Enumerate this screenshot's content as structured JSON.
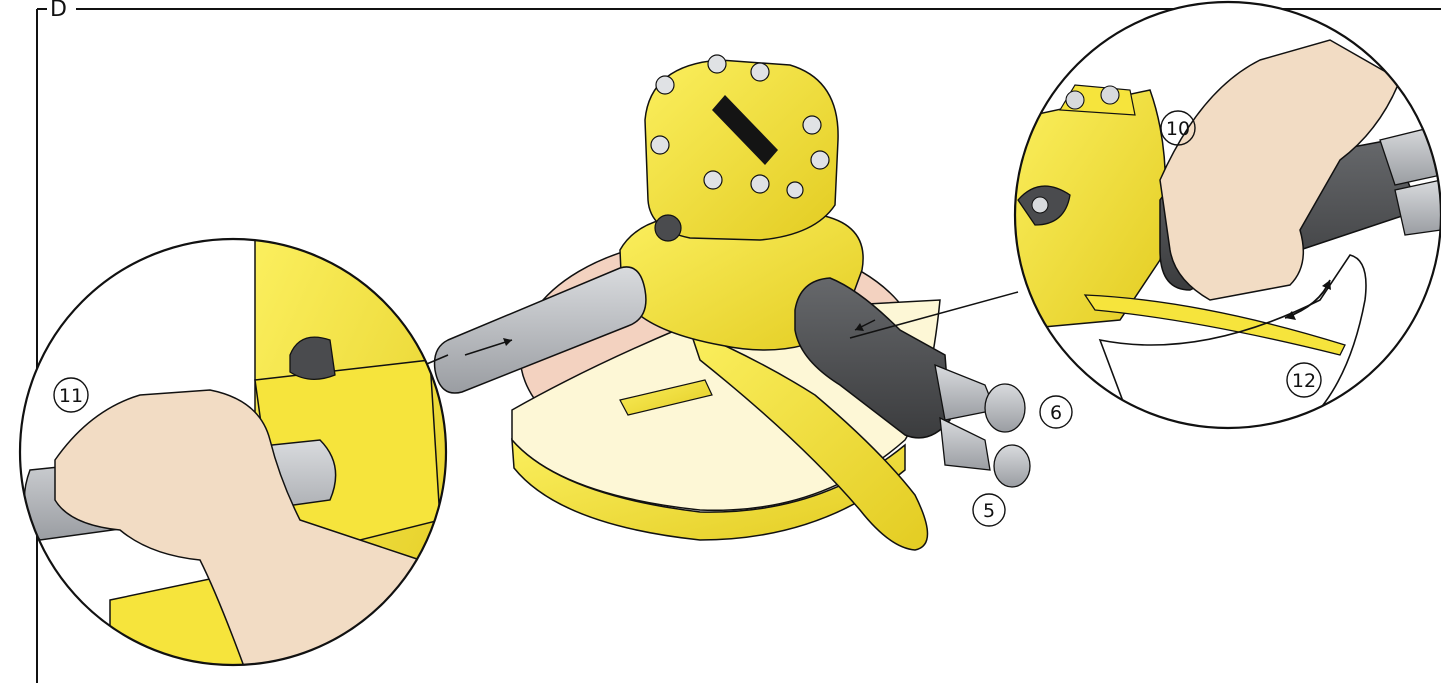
{
  "panel": {
    "letter": "D"
  },
  "callouts": [
    {
      "id": "c10",
      "label": "10"
    },
    {
      "id": "c11",
      "label": "11"
    },
    {
      "id": "c12",
      "label": "12"
    },
    {
      "id": "c6",
      "label": "6"
    },
    {
      "id": "c5",
      "label": "5"
    }
  ],
  "colors": {
    "tool_yellow": "#f6e43c",
    "tool_yellow_shade": "#d8c21c",
    "handle_gray": "#b9bcc0",
    "grip_dark": "#4d4f52",
    "skin": "#f2dcc4",
    "blade": "#f3d2c0",
    "outline": "#111111"
  },
  "icons": {
    "arrow": "straight-arrow-icon",
    "pivot": "curved-double-arrow-icon"
  }
}
